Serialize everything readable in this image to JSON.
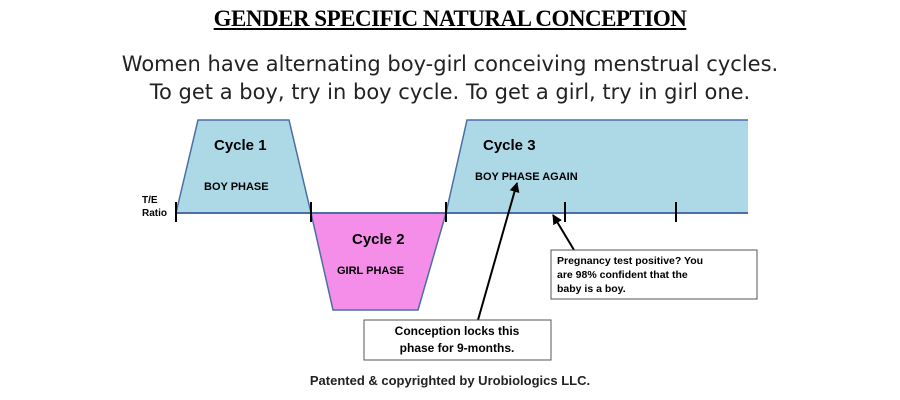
{
  "header": {
    "title": "GENDER SPECIFIC NATURAL CONCEPTION",
    "subtitle_line1": "Women have alternating boy-girl conceiving menstrual cycles.",
    "subtitle_line2": "To get a boy, try in boy cycle. To get a girl, try in girl one."
  },
  "diagram": {
    "axis_label_line1": "T/E",
    "axis_label_line2": "Ratio",
    "cycles": [
      {
        "title": "Cycle 1",
        "phase": "BOY PHASE",
        "color": "#add8e6"
      },
      {
        "title": "Cycle 2",
        "phase": "GIRL PHASE",
        "color": "#f48ee8"
      },
      {
        "title": "Cycle 3",
        "phase": "BOY PHASE AGAIN",
        "color": "#add8e6"
      }
    ],
    "callout_pregnancy": {
      "line1": "Pregnancy test positive? You",
      "line2": "are 98% confident that the",
      "line3": "baby is a boy."
    },
    "callout_conception": {
      "line1": "Conception locks this",
      "line2": "phase for 9-months."
    }
  },
  "footer": {
    "text": "Patented & copyrighted by Urobiologics LLC."
  },
  "colors": {
    "outline": "#4a6fa5",
    "boy": "#add8e6",
    "girl": "#f48ee8"
  }
}
